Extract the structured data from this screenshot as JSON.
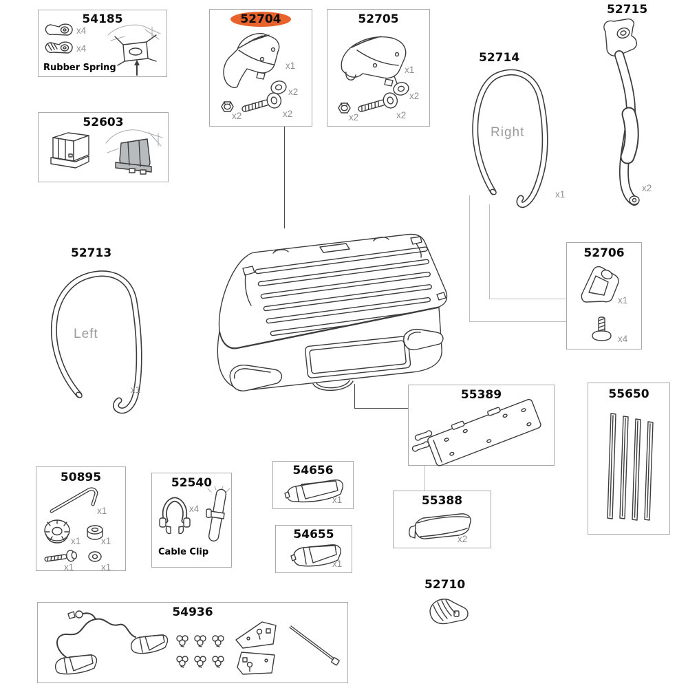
{
  "diagram": {
    "highlight_color": "#e8622b",
    "parts": {
      "p54185": {
        "number": "54185",
        "caption": "Rubber Spring",
        "items": [
          {
            "name": "rubber-spring-lever-a",
            "qty": "x4"
          },
          {
            "name": "rubber-spring-lever-b",
            "qty": "x4"
          }
        ]
      },
      "p52603": {
        "number": "52603"
      },
      "p52704": {
        "number": "52704",
        "highlighted": true,
        "items": [
          {
            "name": "mount-cover-front",
            "qty": "x1"
          },
          {
            "name": "washer",
            "qty": "x2"
          },
          {
            "name": "bolt",
            "qty": "x2"
          },
          {
            "name": "nut",
            "qty": "x2"
          }
        ]
      },
      "p52705": {
        "number": "52705",
        "items": [
          {
            "name": "mount-cover-rear",
            "qty": "x1"
          },
          {
            "name": "washer",
            "qty": "x2"
          },
          {
            "name": "bolt",
            "qty": "x2"
          },
          {
            "name": "nut",
            "qty": "x2"
          }
        ]
      },
      "p52713": {
        "number": "52713",
        "side_label": "Left",
        "items": [
          {
            "name": "frame-tube-left",
            "qty": "x1"
          }
        ]
      },
      "p52714": {
        "number": "52714",
        "side_label": "Right",
        "items": [
          {
            "name": "frame-tube-right",
            "qty": "x1"
          }
        ]
      },
      "p52715": {
        "number": "52715",
        "items": [
          {
            "name": "support-strap",
            "qty": "x2"
          }
        ]
      },
      "p52706": {
        "number": "52706",
        "items": [
          {
            "name": "corner-bracket",
            "qty": "x1"
          },
          {
            "name": "screw",
            "qty": "x4"
          }
        ]
      },
      "p55389": {
        "number": "55389"
      },
      "p55388": {
        "number": "55388",
        "items": [
          {
            "name": "end-cap",
            "qty": "x2"
          }
        ]
      },
      "p55650": {
        "number": "55650"
      },
      "p50895": {
        "number": "50895",
        "items": [
          {
            "name": "hex-key",
            "qty": "x1"
          },
          {
            "name": "knob",
            "qty": "x1"
          },
          {
            "name": "spacer-nut",
            "qty": "x1"
          },
          {
            "name": "bolt",
            "qty": "x1"
          },
          {
            "name": "washer",
            "qty": "x1"
          }
        ]
      },
      "p52540": {
        "number": "52540",
        "caption": "Cable Clip",
        "items": [
          {
            "name": "cable-clip",
            "qty": "x4"
          }
        ]
      },
      "p54656": {
        "number": "54656",
        "items": [
          {
            "name": "lamp-lens-right",
            "qty": "x1"
          }
        ]
      },
      "p54655": {
        "number": "54655",
        "items": [
          {
            "name": "lamp-lens-left",
            "qty": "x1"
          }
        ]
      },
      "p52710": {
        "number": "52710"
      },
      "p54936": {
        "number": "54936"
      }
    }
  }
}
